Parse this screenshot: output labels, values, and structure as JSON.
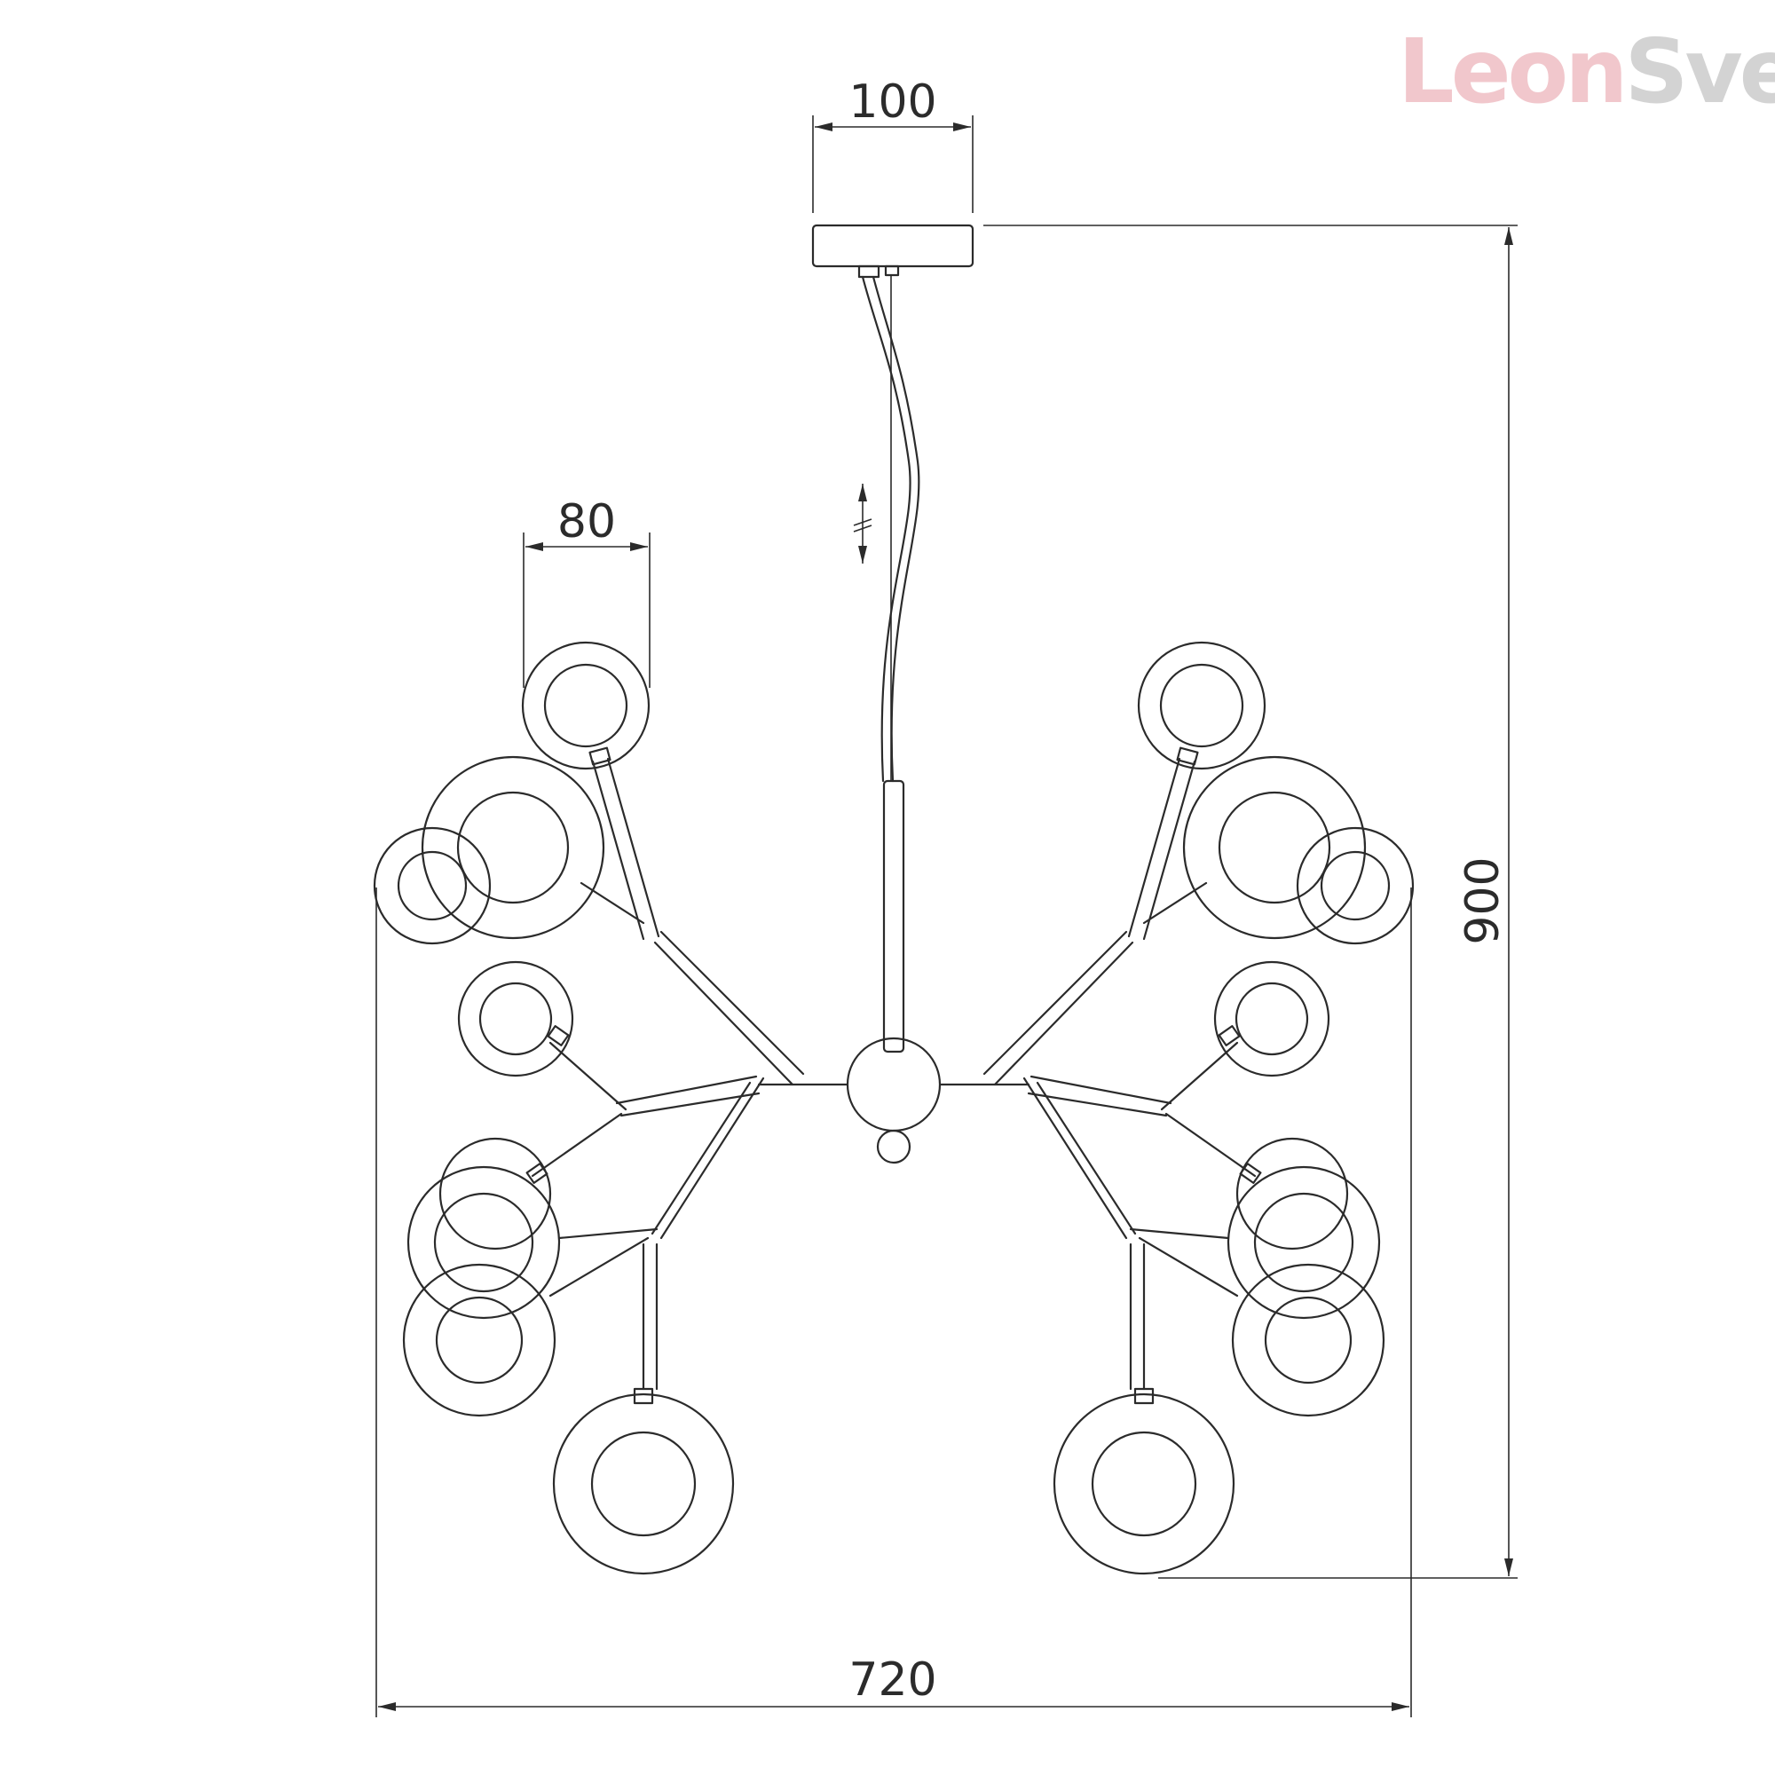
{
  "watermark": {
    "part1": "Leon",
    "part2": "Svet",
    "color1": "#f1c7cc",
    "color2": "#d3d3d3"
  },
  "dimensions": {
    "canopy_width": "100",
    "shade_width": "80",
    "height": "900",
    "overall_width": "720"
  },
  "line_color": "#2b2b2b"
}
